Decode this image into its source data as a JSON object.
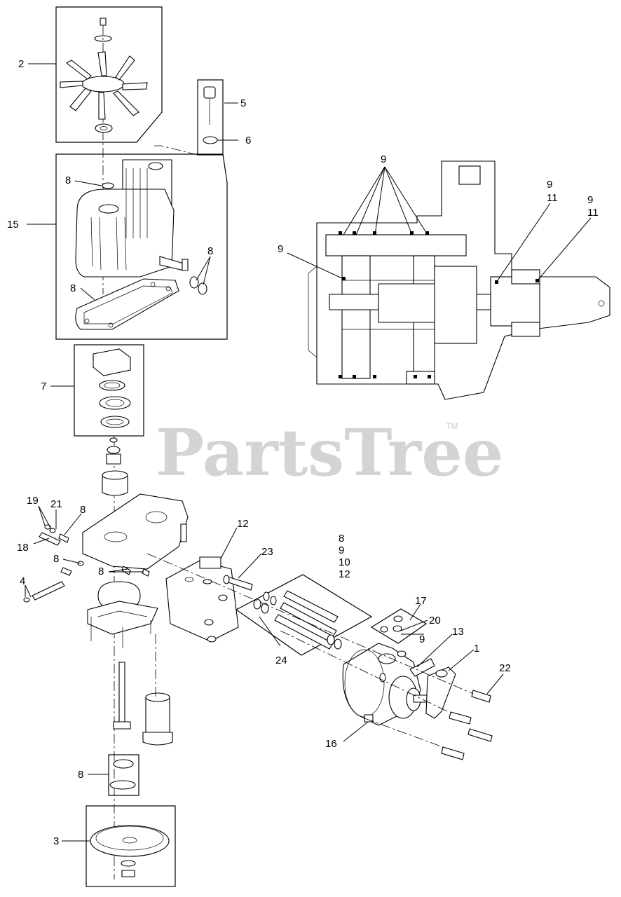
{
  "watermark": {
    "text": "PartsTree",
    "trademark": "TM"
  },
  "callouts": {
    "c2": "2",
    "c5": "5",
    "c6": "6",
    "c8_fan": "8",
    "c15": "15",
    "c8_right": "8",
    "c8_gasket": "8",
    "c7": "7",
    "c9_top": "9",
    "c9_left": "9",
    "c9_mid": "9",
    "c11_mid": "11",
    "c9_right": "9",
    "c11_right": "11",
    "c19": "19",
    "c21": "21",
    "c8_valve": "8",
    "c18": "18",
    "c8_plug": "8",
    "c4": "4",
    "c8_cover": "8",
    "c12_center": "12",
    "c23": "23",
    "c8_kit": "8",
    "c9_kit": "9",
    "c10_kit": "10",
    "c12_kit": "12",
    "c24": "24",
    "c17": "17",
    "c20": "20",
    "c9_valve": "9",
    "c13": "13",
    "c1": "1",
    "c22": "22",
    "c16": "16",
    "c8_bottom": "8",
    "c3": "3"
  }
}
